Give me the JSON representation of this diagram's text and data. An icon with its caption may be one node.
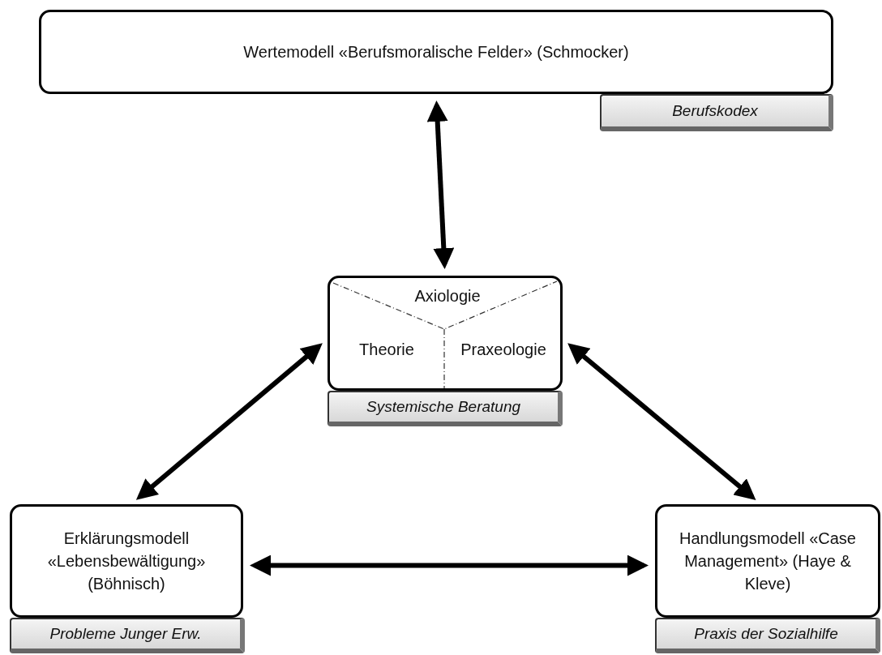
{
  "diagram": {
    "nodes": [
      {
        "text": [
          "Wertemodell «Berufsmoralische Felder» (Schmocker)"
        ]
      },
      {
        "text": [
          "Berufskodex"
        ]
      },
      {
        "text": [
          "Axiologie",
          "Theorie",
          "Praxeologie"
        ]
      },
      {
        "text": [
          "Systemische Beratung"
        ]
      },
      {
        "text": [
          "Erklärungsmodell «Lebensbewältigung» (Böhnisch)"
        ]
      },
      {
        "text": [
          "Probleme Junger Erw."
        ]
      },
      {
        "text": [
          "Handlungsmodell «Case Management» (Haye & Kleve)"
        ]
      },
      {
        "text": [
          "Praxis der Sozialhilfe"
        ]
      }
    ],
    "edges": [
      {
        "from": 0,
        "to": 2,
        "arrow": "both"
      },
      {
        "from": 2,
        "to": 4,
        "arrow": "both"
      },
      {
        "from": 2,
        "to": 6,
        "arrow": "both"
      },
      {
        "from": 4,
        "to": 6,
        "arrow": "both"
      }
    ]
  }
}
